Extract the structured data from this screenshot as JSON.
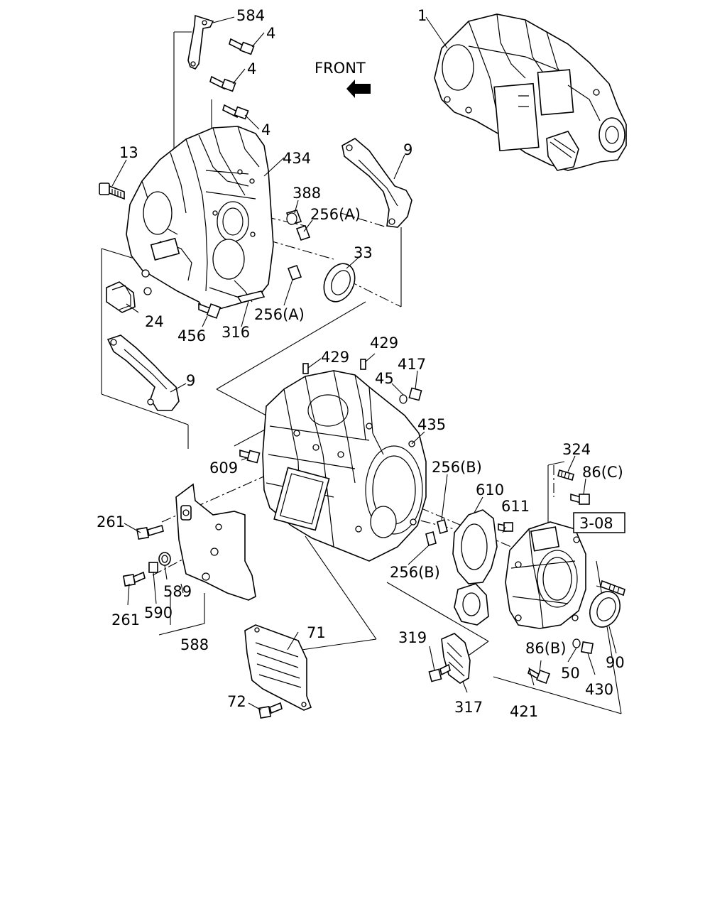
{
  "front_label": "FRONT",
  "reference_box": "3-08",
  "callouts": [
    {
      "id": "584",
      "text": "584"
    },
    {
      "id": "4a",
      "text": "4"
    },
    {
      "id": "4b",
      "text": "4"
    },
    {
      "id": "4c",
      "text": "4"
    },
    {
      "id": "1",
      "text": "1"
    },
    {
      "id": "13",
      "text": "13"
    },
    {
      "id": "434",
      "text": "434"
    },
    {
      "id": "9a",
      "text": "9"
    },
    {
      "id": "388",
      "text": "388"
    },
    {
      "id": "256a1",
      "text": "256(A)"
    },
    {
      "id": "33",
      "text": "33"
    },
    {
      "id": "24",
      "text": "24"
    },
    {
      "id": "456",
      "text": "456"
    },
    {
      "id": "316",
      "text": "316"
    },
    {
      "id": "256a2",
      "text": "256(A)"
    },
    {
      "id": "9b",
      "text": "9"
    },
    {
      "id": "429a",
      "text": "429"
    },
    {
      "id": "429b",
      "text": "429"
    },
    {
      "id": "45",
      "text": "45"
    },
    {
      "id": "417",
      "text": "417"
    },
    {
      "id": "435",
      "text": "435"
    },
    {
      "id": "609",
      "text": "609"
    },
    {
      "id": "256b1",
      "text": "256(B)"
    },
    {
      "id": "324",
      "text": "324"
    },
    {
      "id": "86c",
      "text": "86(C)"
    },
    {
      "id": "610",
      "text": "610"
    },
    {
      "id": "611",
      "text": "611"
    },
    {
      "id": "261a",
      "text": "261"
    },
    {
      "id": "256b2",
      "text": "256(B)"
    },
    {
      "id": "589",
      "text": "589"
    },
    {
      "id": "261b",
      "text": "261"
    },
    {
      "id": "590",
      "text": "590"
    },
    {
      "id": "588",
      "text": "588"
    },
    {
      "id": "71",
      "text": "71"
    },
    {
      "id": "319",
      "text": "319"
    },
    {
      "id": "86b",
      "text": "86(B)"
    },
    {
      "id": "90",
      "text": "90"
    },
    {
      "id": "50",
      "text": "50"
    },
    {
      "id": "430",
      "text": "430"
    },
    {
      "id": "72",
      "text": "72"
    },
    {
      "id": "317",
      "text": "317"
    },
    {
      "id": "421",
      "text": "421"
    }
  ]
}
